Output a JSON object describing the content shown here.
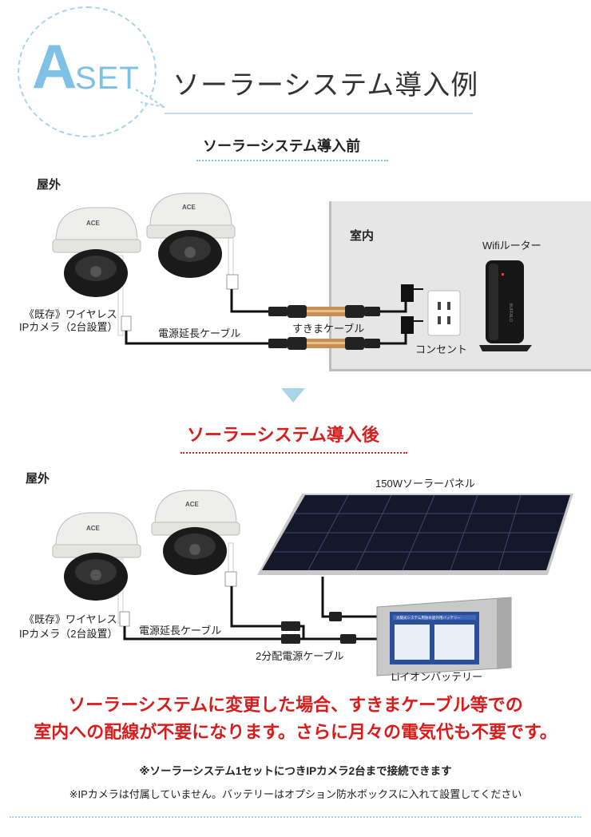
{
  "header": {
    "logo_a": "A",
    "logo_set": "SET",
    "title": "ソーラーシステム導入例"
  },
  "before": {
    "title": "ソーラーシステム導入前",
    "outdoor_label": "屋外",
    "indoor_label": "室内",
    "camera_caption_1": "《既存》ワイヤレス",
    "camera_caption_2": "IPカメラ（2台設置）",
    "extension_cable": "電源延長ケーブル",
    "gap_cable": "すきまケーブル",
    "outlet": "コンセント",
    "router": "Wifiルーター",
    "camera_brand": "ACE",
    "router_brand": "BUFFALO"
  },
  "after": {
    "title": "ソーラーシステム導入後",
    "outdoor_label": "屋外",
    "panel_label": "150Wソーラーパネル",
    "camera_caption_1": "《既存》ワイヤレス",
    "camera_caption_2": "IPカメラ（2台設置）",
    "extension_cable": "電源延長ケーブル",
    "split_cable": "2分配電源ケーブル",
    "battery_label": "Liイオンバッテリー",
    "battery_panel_title": "太陽光システム用防水屋外用バッテリー",
    "camera_brand": "ACE"
  },
  "message": {
    "line1": "ソーラーシステムに変更した場合、すきまケーブル等での",
    "line2": "室内への配線が不要になります。さらに月々の電気代も不要です。"
  },
  "notes": {
    "note1": "※ソーラーシステム1セットにつきIPカメラ2台まで接続できます",
    "note2": "※IPカメラは付属していません。バッテリーはオプション防水ボックスに入れて設置してください"
  },
  "colors": {
    "accent_blue": "#7ec1e4",
    "accent_red": "#d81b1b",
    "room_gray": "#e6e6e6"
  }
}
